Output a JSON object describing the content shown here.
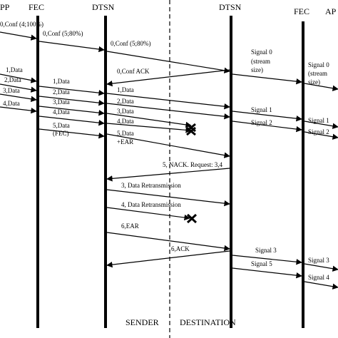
{
  "headers": {
    "app_left": "PP",
    "fec_left": "FEC",
    "dtsn_left": "DTSN",
    "dtsn_right": "DTSN",
    "fec_right": "FEC",
    "app_right": "AP"
  },
  "labels": {
    "conf_100": "0,Conf (4;100%)",
    "conf_80_a": "0,Conf (5;80%)",
    "conf_80_b": "0,Conf (5;80%)",
    "signal0_a": [
      "Signal 0",
      "(stream",
      "size)"
    ],
    "signal0_b": [
      "Signal 0",
      "(stream",
      "size)"
    ],
    "conf_ack": "0,Conf ACK",
    "app_data": [
      "1,Data",
      "2,Data",
      "3,Data",
      "4,Data"
    ],
    "fec_data": [
      "1,Data",
      "2,Data",
      "3,Data",
      "4,Data",
      "5,Data",
      "(FEC)"
    ],
    "dtsn_data": [
      "1,Data",
      "2,Data",
      "3,Data",
      "4,Data",
      "5,Data",
      "+EAR"
    ],
    "signal1_a": "Signal 1",
    "signal2_a": "Signal 2",
    "signal1_b": "Signal 1",
    "signal2_b": "Signal 2",
    "nack": "5, NACK. Request: 3,4",
    "retrans3": "3, Data Retransmission",
    "retrans4": "4, Data Retransmission",
    "ear": "6,EAR",
    "ack": "6,ACK",
    "signal3_a": "Signal 3",
    "signal5_a": "Signal 5",
    "signal3_b": "Signal 3",
    "signal4_b": "Signal 4"
  },
  "footer": {
    "sender": "SENDER",
    "destination": "DESTINATION"
  }
}
